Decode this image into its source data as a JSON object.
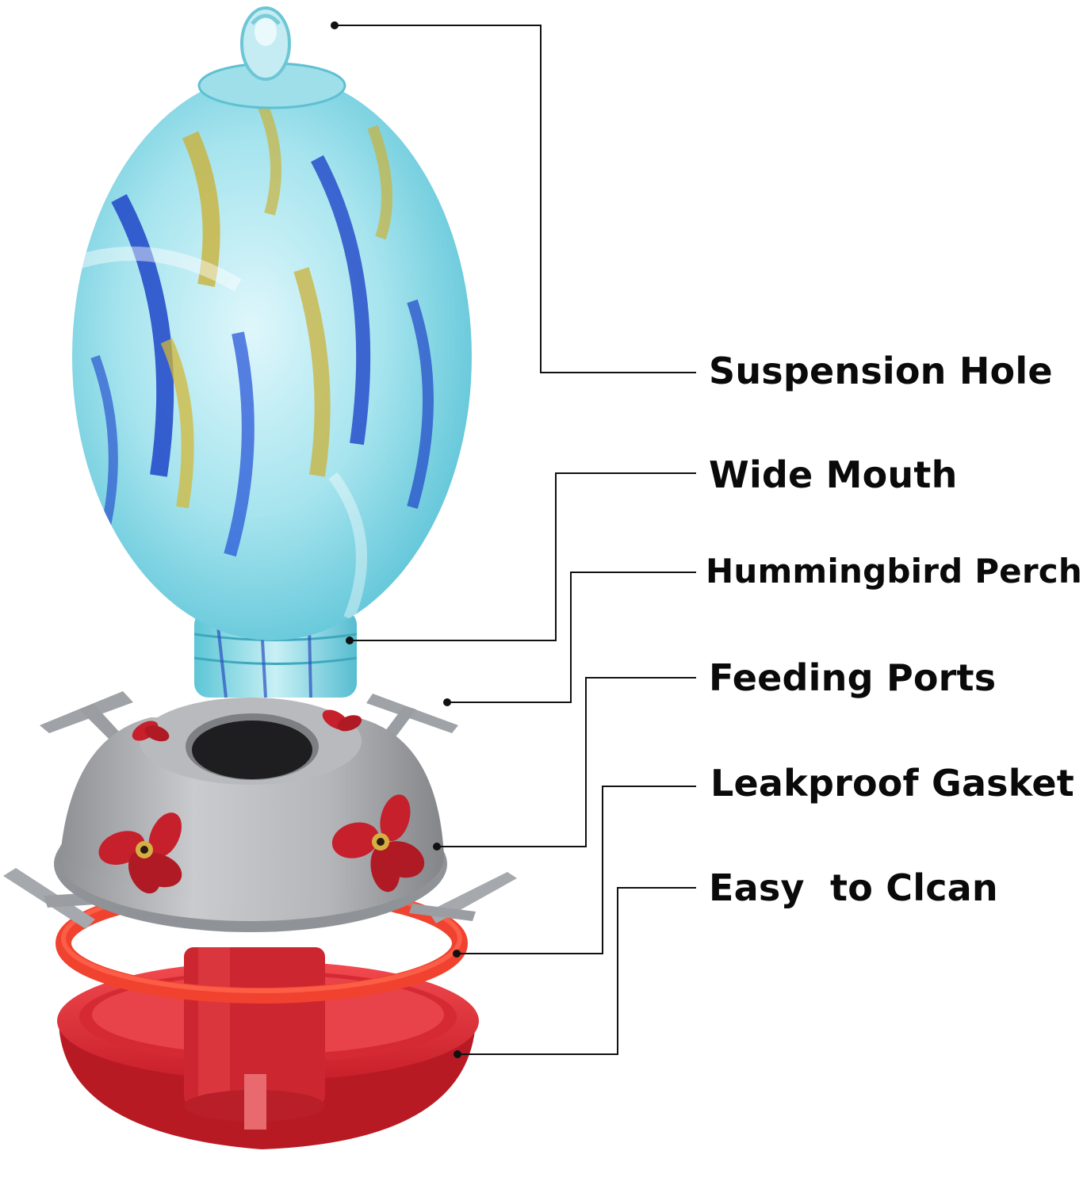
{
  "labels": [
    "Suspension Hole",
    "Wide Mouth",
    "Hummingbird Perch",
    "Feeding Ports",
    "Leakproof Gasket",
    "Easy  to Clcan"
  ],
  "colors": {
    "text": "#0a0a0a",
    "leader_line": "#111111",
    "glass_base": "#8fdbe6",
    "glass_blue": "#1f45c8",
    "glass_yellow": "#c9b23a",
    "metal": "#a7a9ad",
    "flower_red": "#c5202b",
    "gasket_orange": "#f0422e",
    "base_red": "#e0303a"
  }
}
